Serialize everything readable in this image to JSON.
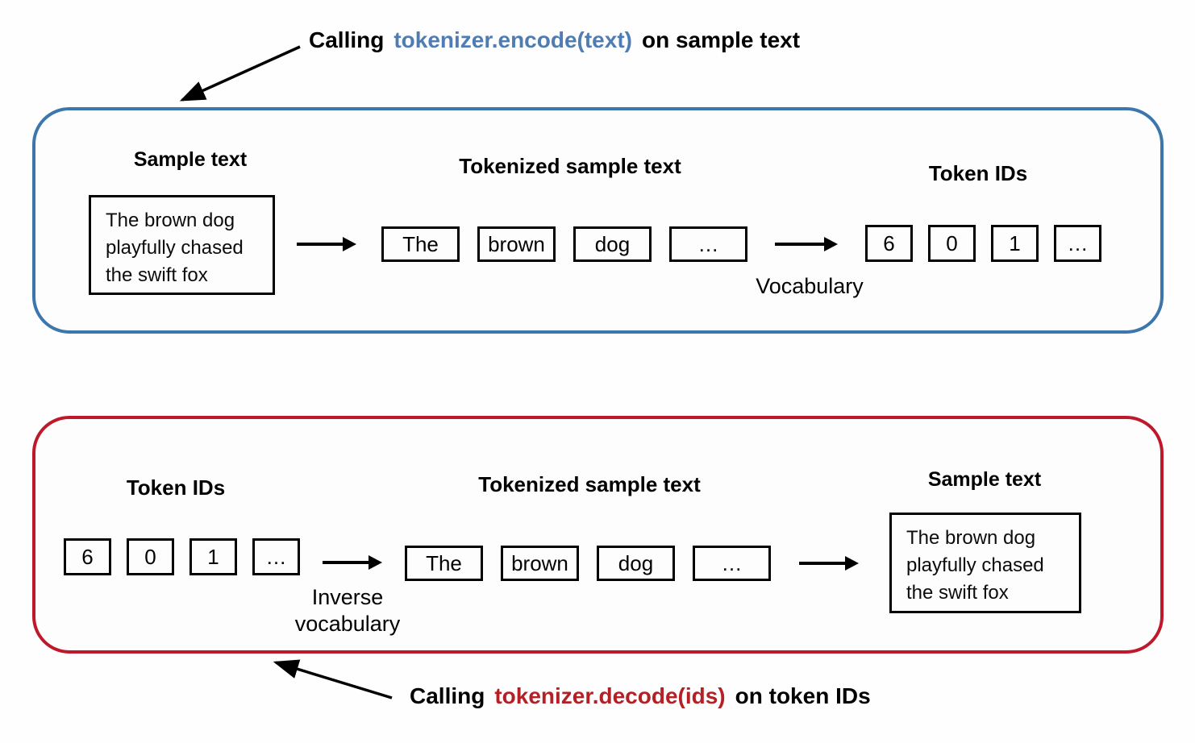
{
  "figure": {
    "encode_caption": {
      "prefix": "Calling",
      "code": "tokenizer.encode(text)",
      "suffix": "on sample text"
    },
    "decode_caption": {
      "prefix": "Calling",
      "code": "tokenizer.decode(ids)",
      "suffix": "on token IDs"
    },
    "encode_panel": {
      "sample_label": "Sample text",
      "sample_text": "The brown dog playfully chased the swift fox",
      "tokenized_label": "Tokenized sample text",
      "tokens": [
        "The",
        "brown",
        "dog",
        "…"
      ],
      "vocab_label": "Vocabulary",
      "ids_label": "Token IDs",
      "ids": [
        "6",
        "0",
        "1",
        "…"
      ]
    },
    "decode_panel": {
      "ids_label": "Token IDs",
      "ids": [
        "6",
        "0",
        "1",
        "…"
      ],
      "inverse_vocab_label": "Inverse vocabulary",
      "tokenized_label": "Tokenized sample text",
      "tokens": [
        "The",
        "brown",
        "dog",
        "…"
      ],
      "sample_label": "Sample text",
      "sample_text": "The brown dog playfully chased the swift fox"
    },
    "colors": {
      "encode_border": "#3c76ab",
      "decode_border": "#c0182b",
      "encode_code_text": "#4f7cb2",
      "decode_code_text": "#b42025"
    }
  }
}
